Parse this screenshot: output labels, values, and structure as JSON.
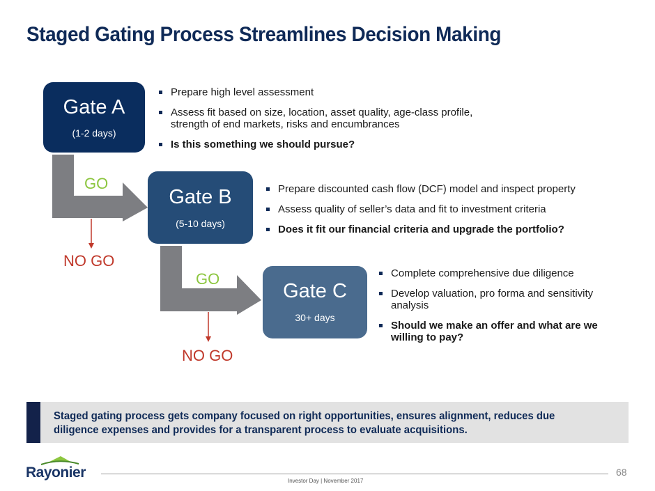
{
  "title": "Staged Gating Process Streamlines Decision Making",
  "gates": [
    {
      "name": "Gate A",
      "duration": "(1-2 days)",
      "color": "#0a2d5e",
      "bullets": [
        {
          "text": "Prepare high level assessment",
          "bold": false
        },
        {
          "text": "Assess fit based on size, location, asset quality, age-class profile, strength of end markets, risks and encumbrances",
          "bold": false
        },
        {
          "text": "Is this something we should pursue?",
          "bold": true
        }
      ]
    },
    {
      "name": "Gate B",
      "duration": "(5-10 days)",
      "color": "#254c77",
      "bullets": [
        {
          "text": "Prepare discounted cash flow (DCF) model and inspect property",
          "bold": false
        },
        {
          "text": "Assess quality of seller’s data and fit to investment criteria",
          "bold": false
        },
        {
          "text": "Does it fit our financial criteria and upgrade the portfolio?",
          "bold": true
        }
      ]
    },
    {
      "name": "Gate C",
      "duration": "30+ days",
      "color": "#4a6b8e",
      "bullets": [
        {
          "text": "Complete comprehensive due diligence",
          "bold": false
        },
        {
          "text": "Develop valuation, pro forma and sensitivity analysis",
          "bold": false
        },
        {
          "text": "Should we make an offer and what are we willing to pay?",
          "bold": true
        }
      ]
    }
  ],
  "flow": {
    "go_label": "GO",
    "nogo_label": "NO GO",
    "go_color": "#8cc63f",
    "nogo_color": "#c0392b",
    "arrow_color": "#7d7e82"
  },
  "callout": "Staged gating process gets company focused on right opportunities, ensures alignment, reduces due diligence expenses and provides for a transparent process to evaluate acquisitions.",
  "footer": {
    "logo": "Rayonier",
    "event": "Investor Day  |  November 2017",
    "page": "68"
  }
}
